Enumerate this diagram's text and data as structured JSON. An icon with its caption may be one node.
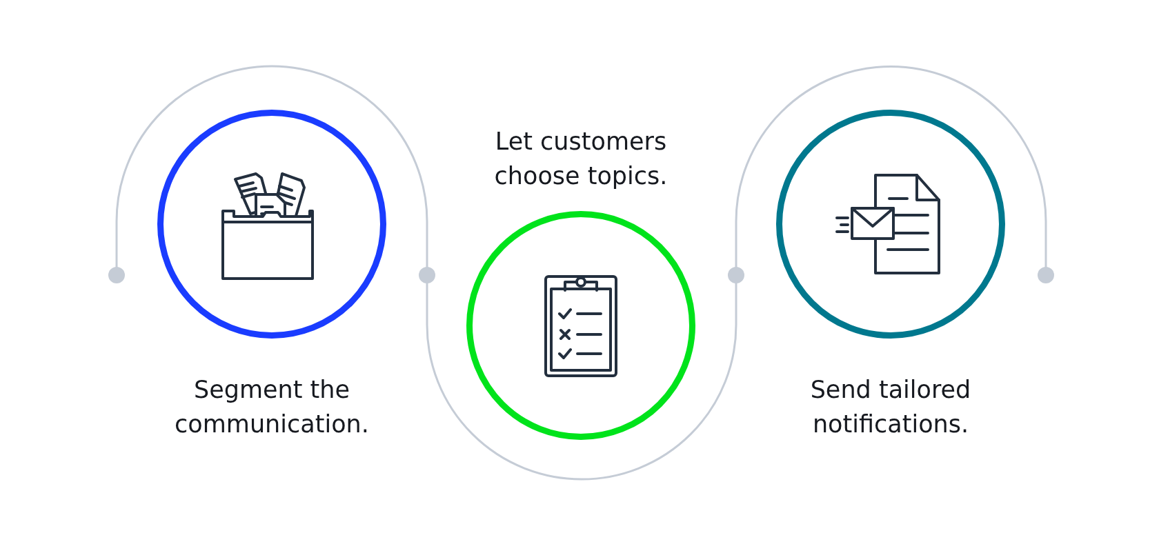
{
  "diagram": {
    "nodes": [
      {
        "text": [
          "Segment the communication."
        ]
      },
      {
        "text": [
          "Let customers choose topics."
        ]
      },
      {
        "text": [
          "Send tailored notifications."
        ]
      }
    ]
  }
}
